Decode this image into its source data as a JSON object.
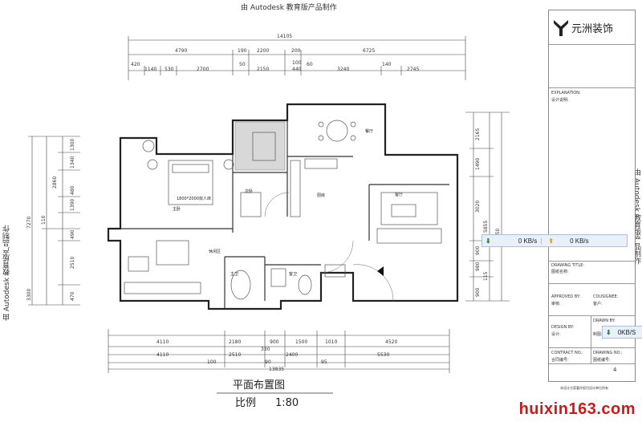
{
  "watermark": {
    "top": "由 Autodesk 教育版产品制作",
    "side": "由 Autodesk 教育版产品制作"
  },
  "title_block": {
    "company": "元洲装饰",
    "explanation_label": "EXPLANATION:",
    "explanation_cn": "设计说明:",
    "drawing_title_label": "DRAWING TITLE:",
    "drawing_title_cn": "图纸名称:",
    "approved_label": "APPROVED BY:",
    "approved_cn": "审核:",
    "counsel_label": "COUSIGNEE:",
    "counsel_cn": "客户:",
    "design_label": "DESIGN BY:",
    "design_cn": "设计:",
    "drawn_label": "DRAWN BY:",
    "drawn_cn": "制图:",
    "contract_label": "CONTRACT NO.:",
    "contract_cn": "合同编号:",
    "drawing_no_label": "DRAWING NO.:",
    "drawing_no_cn": "图纸编号:",
    "drawing_no": "4",
    "footer": "本设计方案著作权归设计单位所有"
  },
  "speed": {
    "down1": "0 KB/s",
    "up1": "0 KB/s",
    "down2": "0KB/S"
  },
  "dimensions": {
    "top_total": "14105",
    "top_row1": [
      "4790",
      "190",
      "2200",
      "200",
      "6725"
    ],
    "top_row2": [
      "420",
      "1140",
      "530",
      "2700",
      "50",
      "2150",
      "100",
      "440",
      "60",
      "3240",
      "140",
      "2745"
    ],
    "bottom_row1": [
      "4110",
      "2180",
      "900",
      "1500",
      "1010",
      "4520"
    ],
    "bottom_row2": [
      "330"
    ],
    "bottom_row3": [
      "4110",
      "2510",
      "2400",
      "5530"
    ],
    "bottom_row4": [
      "100",
      "90",
      "95"
    ],
    "bottom_total": "13835",
    "left_outer": [
      "7270",
      "3300"
    ],
    "left_inner": [
      "1300",
      "1340",
      "2860",
      "480",
      "1390",
      "110",
      "490",
      "2510",
      "470"
    ],
    "right_outer": [
      "8550"
    ],
    "right_mid": [
      "5855"
    ],
    "right_inner": [
      "2165",
      "1490",
      "3020",
      "900",
      "980",
      "115",
      "900"
    ]
  },
  "rooms": {
    "master_bedroom": "主卧",
    "second_bedroom": "次卧",
    "kitchen": "厨房",
    "dining": "餐厅",
    "living": "客厅",
    "leisure": "休闲区",
    "master_bath": "主卫",
    "guest_bath": "客卫",
    "bed_label": "1800*2000双人床"
  },
  "drawing": {
    "title": "平面布置图",
    "scale_label": "比例",
    "scale_value": "1:80"
  },
  "brand": "huixin163.com"
}
